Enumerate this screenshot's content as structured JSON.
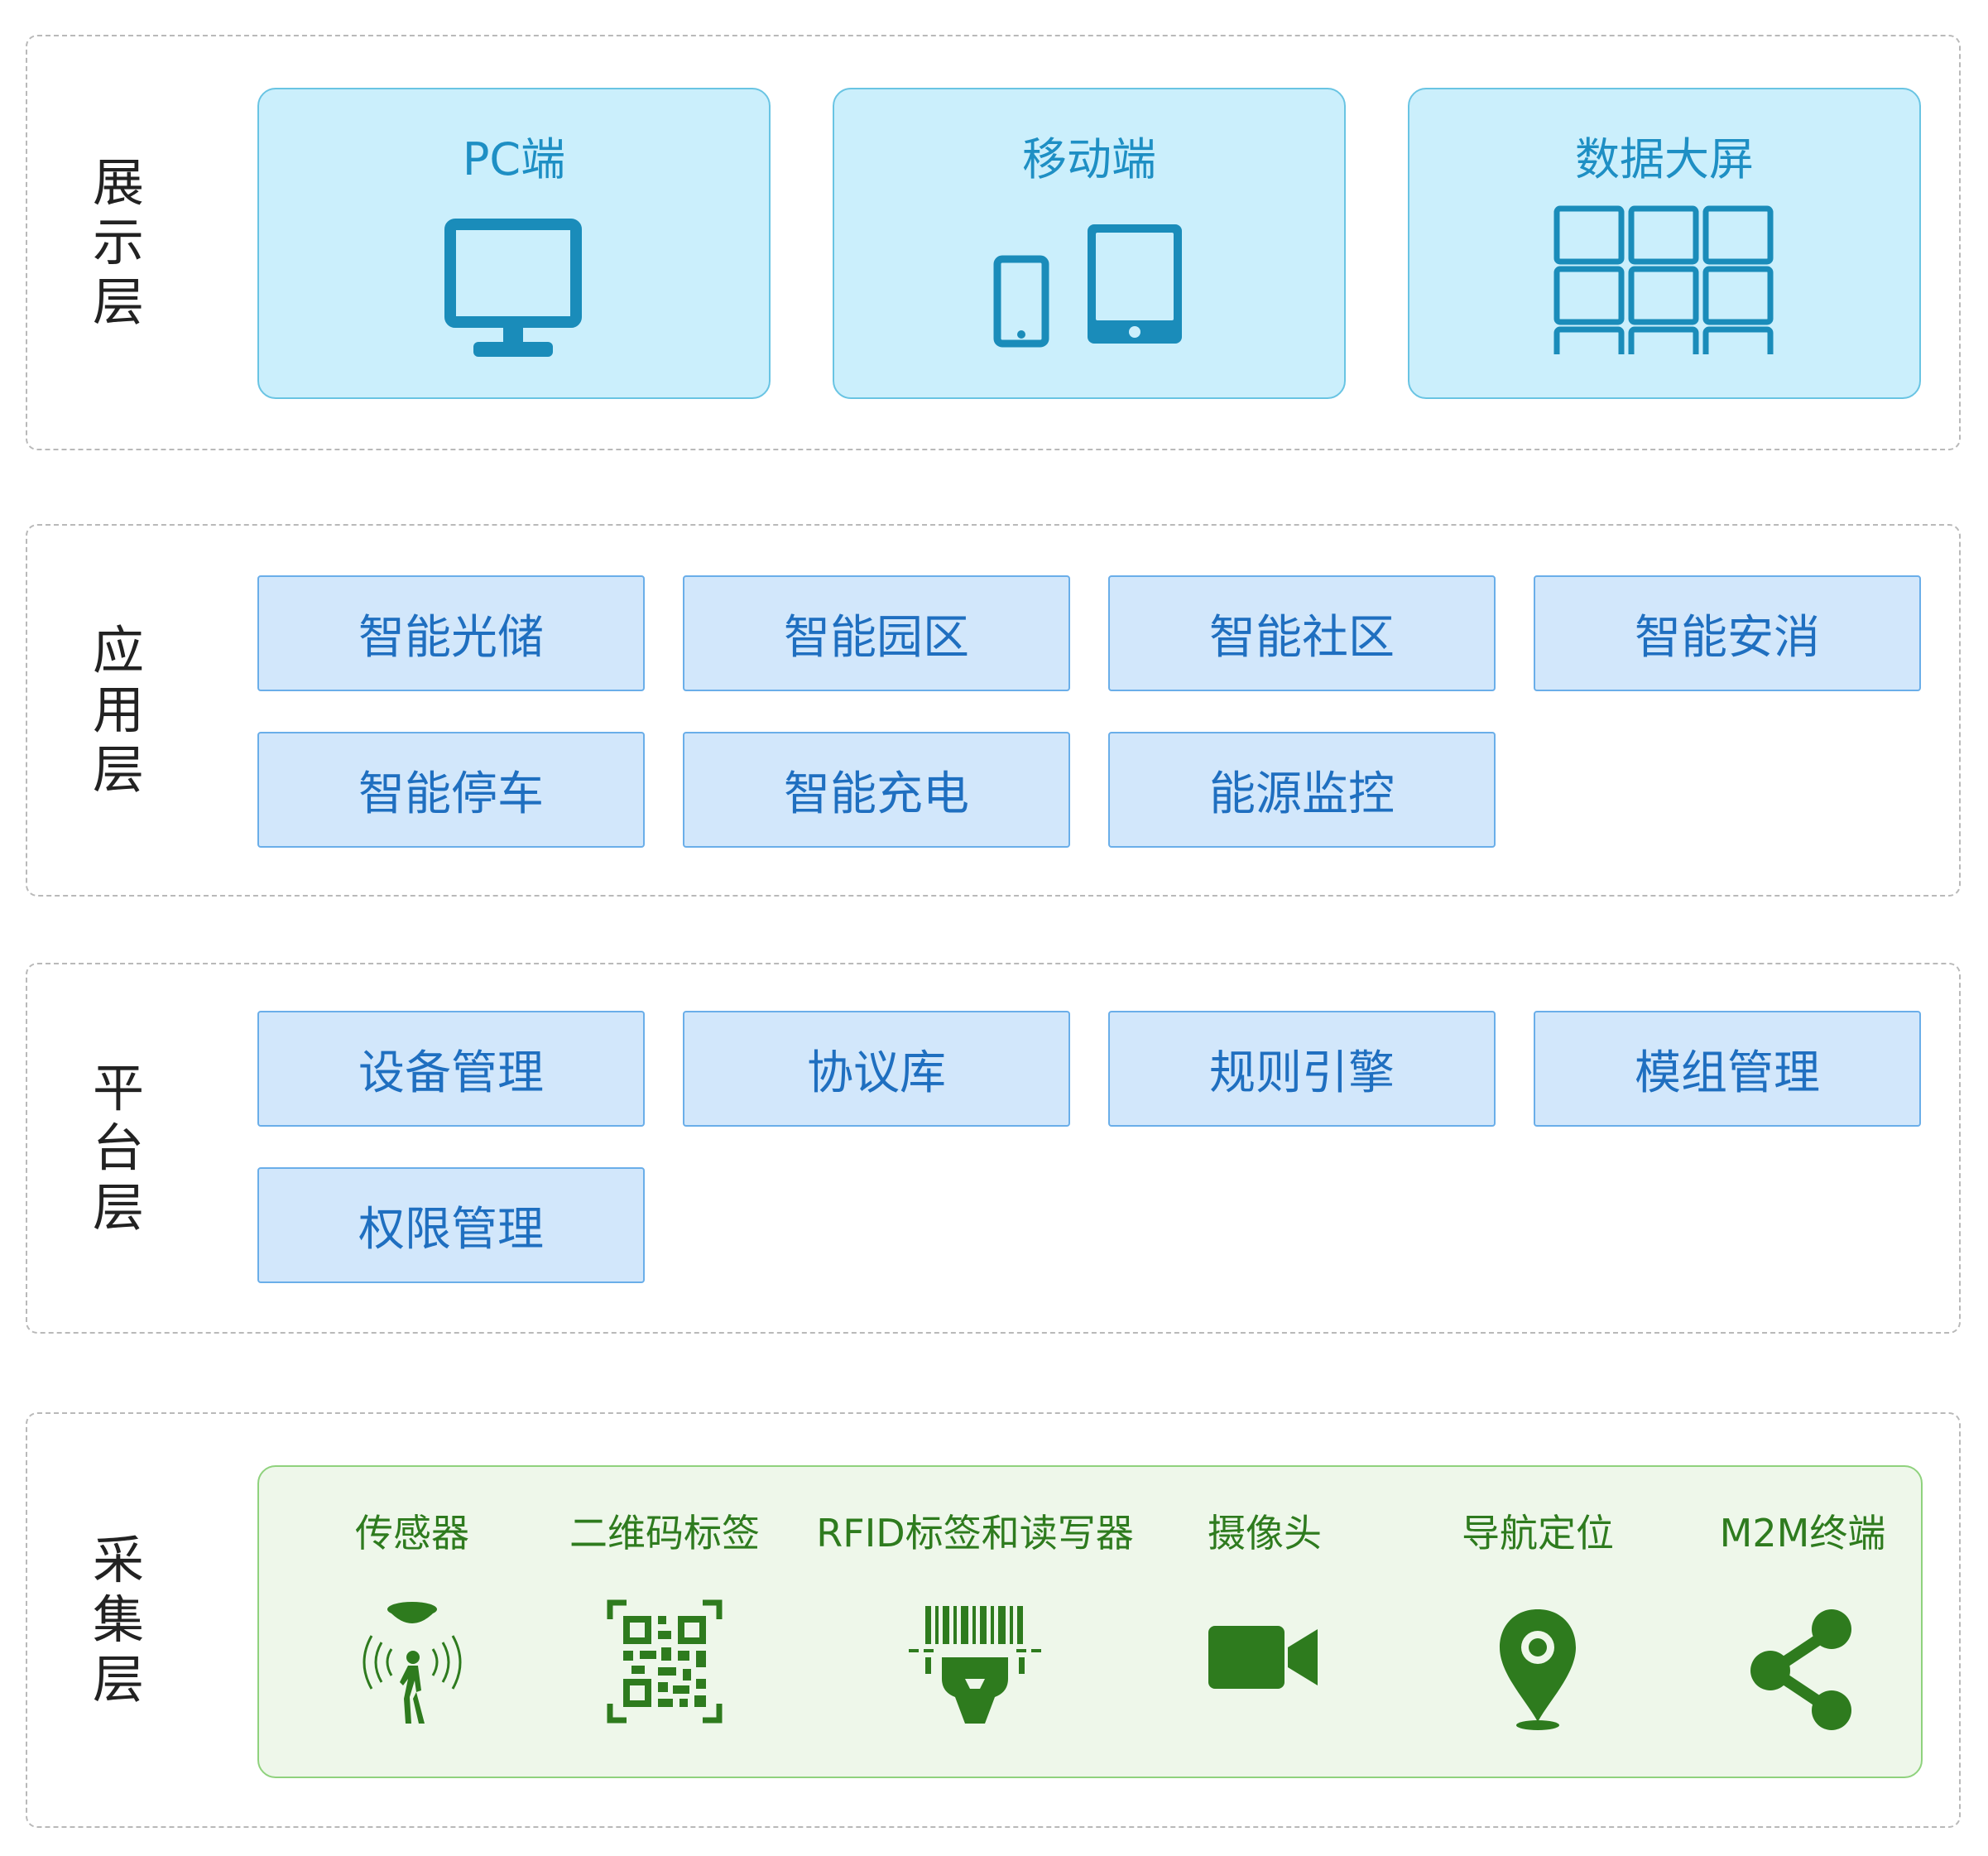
{
  "colors": {
    "display_card_bg": "#cbeffc",
    "display_text": "#1e8fc4",
    "display_icon": "#1a8cba",
    "app_box_bg": "#d2e7fb",
    "app_text": "#1f6fc0",
    "collect_bg": "#eef7ea",
    "collect_icon": "#2e7b1e"
  },
  "layers": {
    "display": {
      "label": "展示层",
      "cards": [
        {
          "title": "PC端",
          "icon": "monitor-icon"
        },
        {
          "title": "移动端",
          "icon": "phone-tablet-icon"
        },
        {
          "title": "数据大屏",
          "icon": "video-wall-icon"
        }
      ]
    },
    "application": {
      "label": "应用层",
      "items": [
        "智能光储",
        "智能园区",
        "智能社区",
        "智能安消",
        "智能停车",
        "智能充电",
        "能源监控"
      ]
    },
    "platform": {
      "label": "平台层",
      "items": [
        "设备管理",
        "协议库",
        "规则引擎",
        "模组管理",
        "权限管理"
      ]
    },
    "collection": {
      "label": "采集层",
      "items": [
        {
          "label": "传感器",
          "icon": "motion-sensor-icon"
        },
        {
          "label": "二维码标签",
          "icon": "qr-code-icon"
        },
        {
          "label": "RFID标签和读写器",
          "icon": "barcode-scanner-icon"
        },
        {
          "label": "摄像头",
          "icon": "video-camera-icon"
        },
        {
          "label": "导航定位",
          "icon": "map-pin-icon"
        },
        {
          "label": "M2M终端",
          "icon": "share-network-icon"
        }
      ]
    }
  }
}
